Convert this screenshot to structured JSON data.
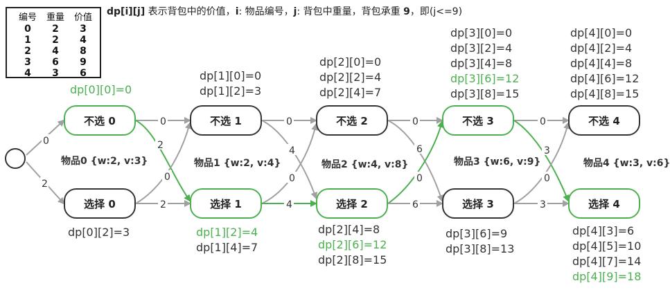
{
  "table": {
    "headers": [
      "编号",
      "重量",
      "价值"
    ],
    "rows": [
      [
        "0",
        "2",
        "3"
      ],
      [
        "1",
        "2",
        "4"
      ],
      [
        "2",
        "4",
        "8"
      ],
      [
        "3",
        "6",
        "9"
      ],
      [
        "4",
        "3",
        "6"
      ]
    ]
  },
  "header": {
    "dp": "dp[i][j]",
    "desc1": " 表示背包中的价值，",
    "i": "i",
    "desc2": ": 物品编号，",
    "j": "j",
    "desc3": ": 背包中重量，背包承重 ",
    "cap": "9",
    "desc4": "，即(j<=9)"
  },
  "nodes": {
    "s0": "不选 0",
    "c0": "选择 0",
    "s1": "不选 1",
    "c1": "选择 1",
    "s2": "不选 2",
    "c2": "选择 2",
    "s3": "不选 3",
    "c3": "选择 3",
    "s4": "不选 4",
    "c4": "选择 4"
  },
  "items": {
    "i0": "物品0 {w:2, v:3}",
    "i1": "物品1 {w:2, v:4}",
    "i2": "物品2 {w:4, v:8}",
    "i3": "物品3 {w:6, v:9}",
    "i4": "物品4 {w:3, v:6}"
  },
  "states": {
    "s0": [
      "dp[0][0]=0"
    ],
    "c0": [
      "dp[0][2]=3"
    ],
    "s1": [
      "dp[1][0]=0",
      "dp[1][2]=3"
    ],
    "c1": [
      "dp[1][2]=4",
      "dp[1][4]=7"
    ],
    "s2": [
      "dp[2][0]=0",
      "dp[2][2]=4",
      "dp[2][4]=7"
    ],
    "c2": [
      "dp[2][4]=8",
      "dp[2][6]=12",
      "dp[2][8]=15"
    ],
    "s3": [
      "dp[3][0]=0",
      "dp[3][2]=4",
      "dp[3][4]=8",
      "dp[3][6]=12",
      "dp[3][8]=15"
    ],
    "c3": [
      "dp[3][6]=9",
      "dp[3][8]=13"
    ],
    "s4": [
      "dp[4][0]=0",
      "dp[4][2]=4",
      "dp[4][4]=8",
      "dp[4][6]=12",
      "dp[4][8]=15"
    ],
    "c4": [
      "dp[4][3]=6",
      "dp[4][5]=10",
      "dp[4][7]=14",
      "dp[4][9]=18"
    ]
  },
  "edge_labels": {
    "start_s0": "0",
    "start_c0": "2",
    "s0_s1": "0",
    "s0_c1": "2",
    "c0_s1": "0",
    "c0_c1": "2",
    "s1_s2": "0",
    "s1_c2": "4",
    "c1_s2": "0",
    "c1_c2": "4",
    "s2_s3": "0",
    "s2_c3": "6",
    "c2_s3": "0",
    "c2_c3": "6",
    "s3_s4": "0",
    "s3_c4": "3",
    "c3_s4": "0",
    "c3_c4": "3"
  },
  "colors": {
    "highlight": "#4caf50",
    "edge": "#a0a0a0",
    "node_border": "#333333"
  }
}
